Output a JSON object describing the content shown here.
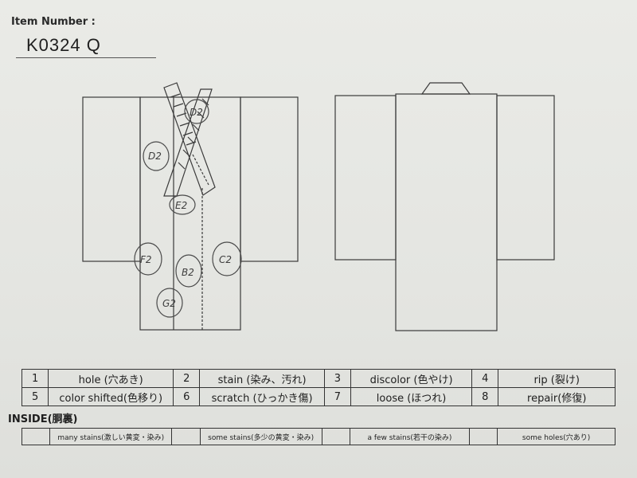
{
  "header": {
    "item_number_label": "Item Number :",
    "item_number_value": "K0324   Q"
  },
  "annotations": [
    "D2",
    "D2",
    "E2",
    "F2",
    "B2",
    "C2",
    "G2"
  ],
  "defect_table": {
    "rows": [
      [
        {
          "num": "1",
          "label": "hole (穴あき)"
        },
        {
          "num": "2",
          "label": "stain (染み、汚れ)"
        },
        {
          "num": "3",
          "label": "discolor (色やけ)"
        },
        {
          "num": "4",
          "label": "rip (裂け)"
        }
      ],
      [
        {
          "num": "5",
          "label": "color shifted(色移り)"
        },
        {
          "num": "6",
          "label": "scratch (ひっかき傷)"
        },
        {
          "num": "7",
          "label": "loose (ほつれ)"
        },
        {
          "num": "8",
          "label": "repair(修復)"
        }
      ]
    ]
  },
  "inside": {
    "title": "INSIDE(胴裏)",
    "items": [
      "many stains(激しい黄変・染み)",
      "some stains(多少の黄変・染み)",
      "a few stains(若干の染み)",
      "some holes(穴あり)"
    ]
  }
}
